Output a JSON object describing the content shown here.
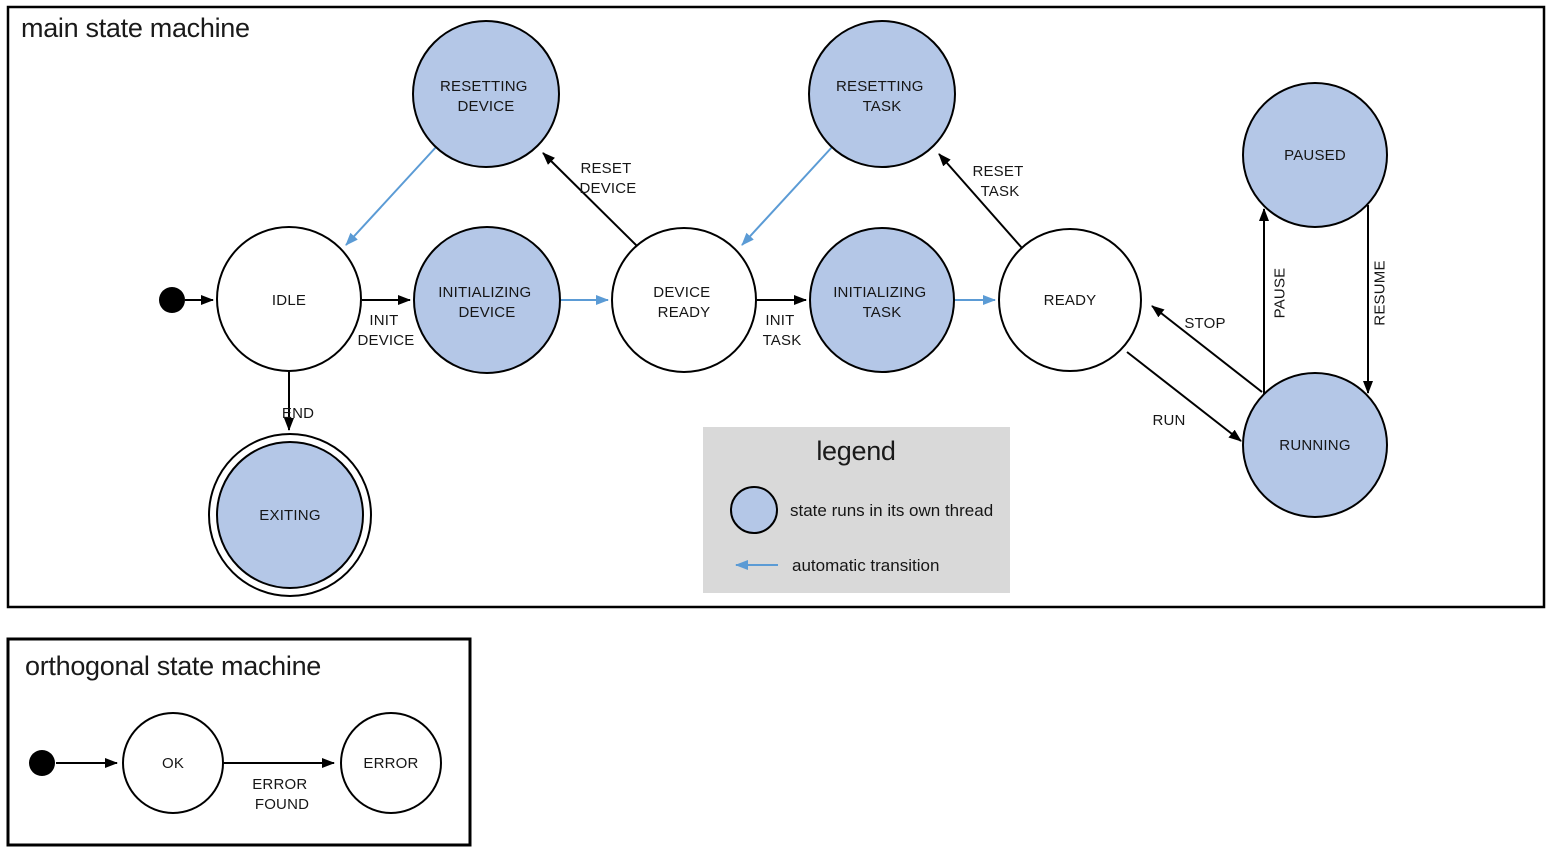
{
  "main_machine": {
    "title": "main state machine",
    "states": [
      {
        "name": "idle",
        "lines": [
          "IDLE"
        ],
        "threaded": false
      },
      {
        "name": "resetting-device",
        "lines": [
          "RESETTING",
          "DEVICE"
        ],
        "threaded": true
      },
      {
        "name": "initializing-device",
        "lines": [
          "INITIALIZING",
          "DEVICE"
        ],
        "threaded": true
      },
      {
        "name": "device-ready",
        "lines": [
          "DEVICE",
          "READY"
        ],
        "threaded": false
      },
      {
        "name": "resetting-task",
        "lines": [
          "RESETTING",
          "TASK"
        ],
        "threaded": true
      },
      {
        "name": "initializing-task",
        "lines": [
          "INITIALIZING",
          "TASK"
        ],
        "threaded": true
      },
      {
        "name": "ready",
        "lines": [
          "READY"
        ],
        "threaded": false
      },
      {
        "name": "paused",
        "lines": [
          "PAUSED"
        ],
        "threaded": true
      },
      {
        "name": "running",
        "lines": [
          "RUNNING"
        ],
        "threaded": true
      },
      {
        "name": "exiting",
        "lines": [
          "EXITING"
        ],
        "threaded": true,
        "final_state": true
      }
    ],
    "transitions": [
      {
        "name": "init-device",
        "lines": [
          "INIT",
          "DEVICE"
        ]
      },
      {
        "name": "reset-device",
        "lines": [
          "RESET",
          "DEVICE"
        ]
      },
      {
        "name": "init-task",
        "lines": [
          "INIT",
          "TASK"
        ]
      },
      {
        "name": "reset-task",
        "lines": [
          "RESET",
          "TASK"
        ]
      },
      {
        "name": "run",
        "lines": [
          "RUN"
        ]
      },
      {
        "name": "stop",
        "lines": [
          "STOP"
        ]
      },
      {
        "name": "pause",
        "lines": [
          "PAUSE"
        ]
      },
      {
        "name": "resume",
        "lines": [
          "RESUME"
        ]
      },
      {
        "name": "end",
        "lines": [
          "END"
        ]
      }
    ]
  },
  "legend": {
    "title": "legend",
    "items": [
      {
        "symbol": "threaded-state-circle",
        "label": "state runs in its own thread"
      },
      {
        "symbol": "automatic-transition-arrow",
        "label": "automatic transition"
      }
    ]
  },
  "orthogonal_machine": {
    "title": "orthogonal state machine",
    "states": [
      {
        "name": "ok",
        "lines": [
          "OK"
        ]
      },
      {
        "name": "error",
        "lines": [
          "ERROR"
        ]
      }
    ],
    "transitions": [
      {
        "name": "error-found",
        "lines": [
          "ERROR",
          "FOUND"
        ]
      }
    ]
  },
  "colors": {
    "thread_state_fill": "#b4c7e7",
    "automatic_transition": "#5b9bd5",
    "legend_background": "#d9d9d9",
    "stroke": "#000000"
  }
}
